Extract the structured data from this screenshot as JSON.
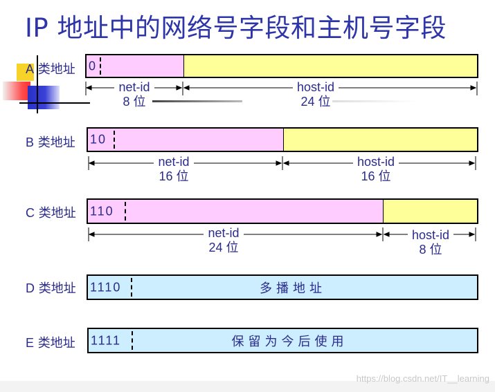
{
  "title": "IP 地址中的网络号字段和主机号字段",
  "class_suffix": "类地址",
  "classes": [
    {
      "letter": "A",
      "bits": "0"
    },
    {
      "letter": "B",
      "bits": "10"
    },
    {
      "letter": "C",
      "bits": "110"
    },
    {
      "letter": "D",
      "bits": "1110",
      "field": "多播地址"
    },
    {
      "letter": "E",
      "bits": "1111",
      "field": "保留为今后使用"
    }
  ],
  "dims": {
    "a_net": {
      "name": "net-id",
      "bits": "8 位"
    },
    "a_host": {
      "name": "host-id",
      "bits": "24 位"
    },
    "b_net": {
      "name": "net-id",
      "bits": "16 位"
    },
    "b_host": {
      "name": "host-id",
      "bits": "16 位"
    },
    "c_net": {
      "name": "net-id",
      "bits": "24 位"
    },
    "c_host": {
      "name": "host-id",
      "bits": "8 位"
    }
  },
  "watermark": "https://blog.csdn.net/IT__learning",
  "colors": {
    "net": "#ffccff",
    "host": "#ffff99",
    "special": "#cceeff",
    "text": "#2b2b8c"
  }
}
